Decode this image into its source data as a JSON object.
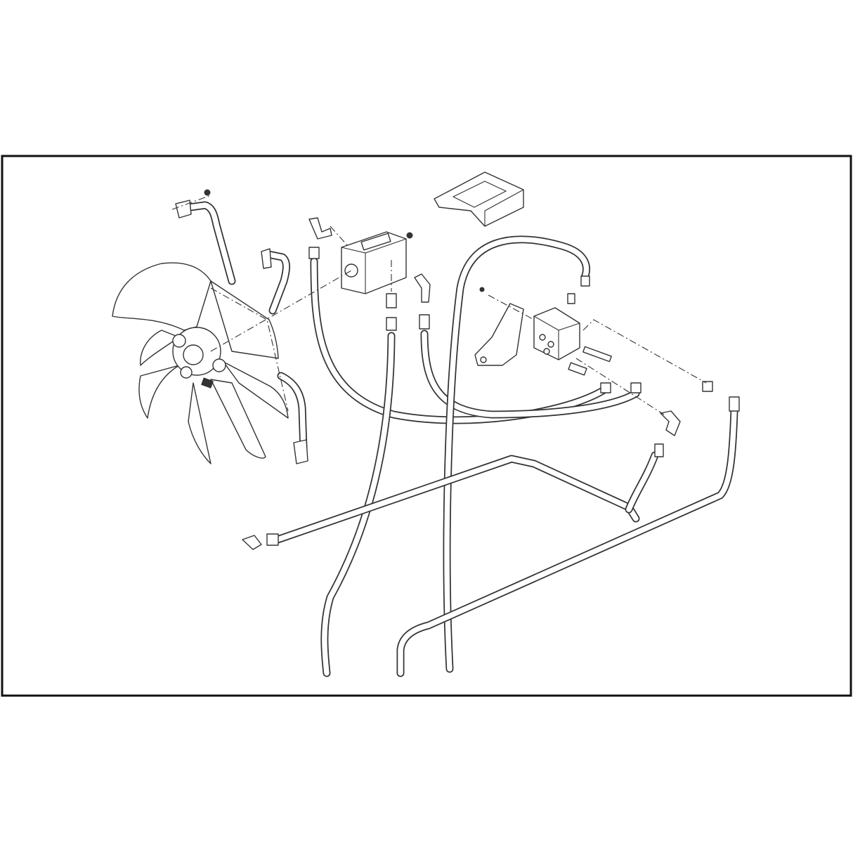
{
  "figure": {
    "kind": "exploded parts diagram",
    "line_color": "#333333",
    "background_color": "#ffffff",
    "frame_color": "#111111",
    "components": [
      "fan",
      "hydraulic-pump",
      "pump-cover-plate",
      "valve-block",
      "mounting-bracket",
      "hoses",
      "pipes",
      "fittings"
    ]
  }
}
